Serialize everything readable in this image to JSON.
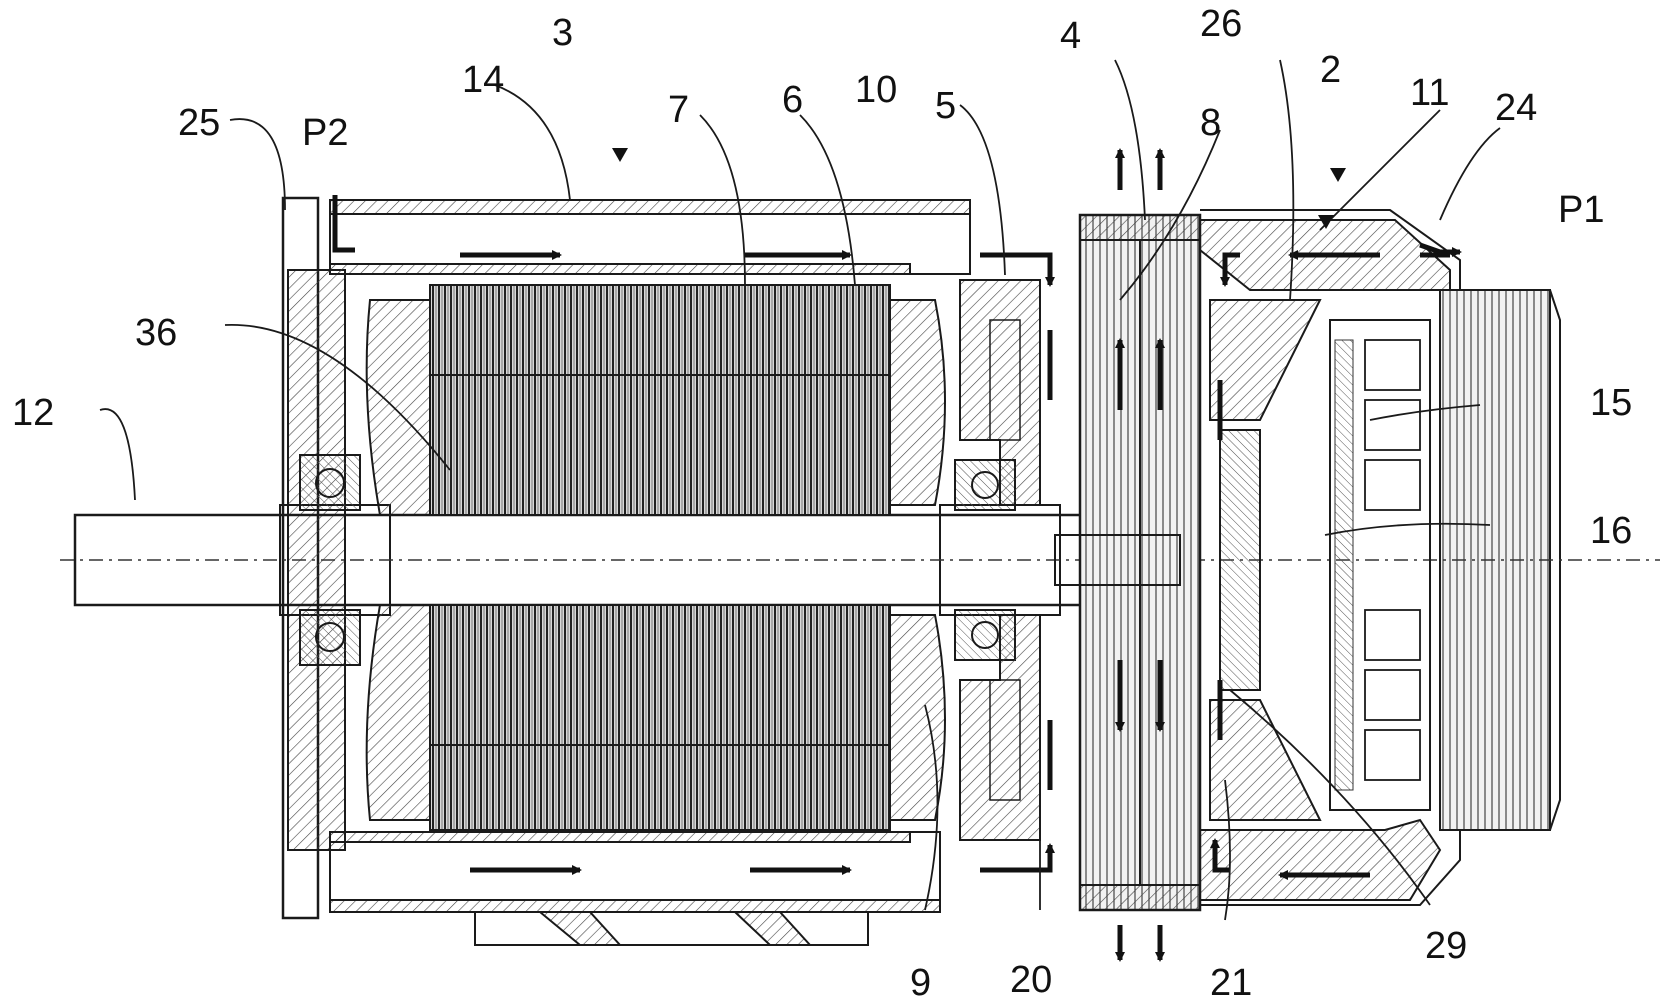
{
  "figure": {
    "callouts": [
      {
        "id": "c3",
        "text": "3"
      },
      {
        "id": "c14",
        "text": "14"
      },
      {
        "id": "c25",
        "text": "25"
      },
      {
        "id": "cP2",
        "text": "P2"
      },
      {
        "id": "c7",
        "text": "7"
      },
      {
        "id": "c6",
        "text": "6"
      },
      {
        "id": "c10",
        "text": "10"
      },
      {
        "id": "c5",
        "text": "5"
      },
      {
        "id": "c4",
        "text": "4"
      },
      {
        "id": "c8",
        "text": "8"
      },
      {
        "id": "c26",
        "text": "26"
      },
      {
        "id": "c2",
        "text": "2"
      },
      {
        "id": "c11",
        "text": "11"
      },
      {
        "id": "c24",
        "text": "24"
      },
      {
        "id": "cP1",
        "text": "P1"
      },
      {
        "id": "c36",
        "text": "36"
      },
      {
        "id": "c12",
        "text": "12"
      },
      {
        "id": "c15",
        "text": "15"
      },
      {
        "id": "c16",
        "text": "16"
      },
      {
        "id": "c9",
        "text": "9"
      },
      {
        "id": "c20",
        "text": "20"
      },
      {
        "id": "c21",
        "text": "21"
      },
      {
        "id": "c29",
        "text": "29"
      }
    ]
  }
}
